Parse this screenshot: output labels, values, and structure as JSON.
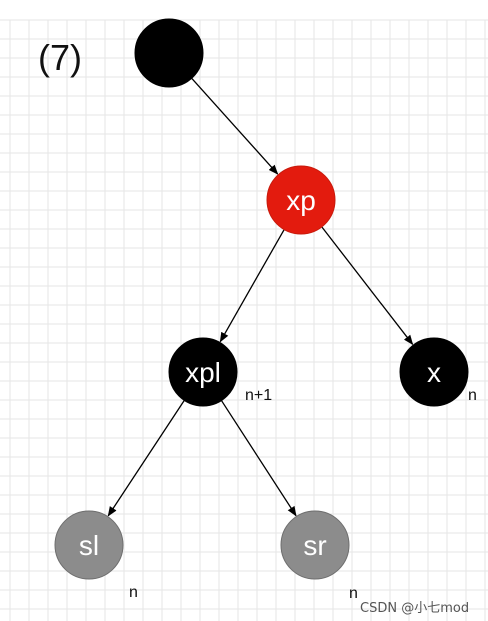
{
  "step_label": "(7)",
  "watermark": "CSDN @小七mod",
  "colors": {
    "black": "#000000",
    "red": "#e31b0e",
    "gray": "#8c8c8c",
    "grid": "#e6e6e6",
    "edge": "#000000"
  },
  "nodes": [
    {
      "id": "root",
      "label": "",
      "color": "black"
    },
    {
      "id": "xp",
      "label": "xp",
      "color": "red"
    },
    {
      "id": "xpl",
      "label": "xpl",
      "color": "black"
    },
    {
      "id": "x",
      "label": "x",
      "color": "black"
    },
    {
      "id": "sl",
      "label": "sl",
      "color": "gray"
    },
    {
      "id": "sr",
      "label": "sr",
      "color": "gray"
    }
  ],
  "edges": [
    {
      "from": "root",
      "to": "xp"
    },
    {
      "from": "xp",
      "to": "xpl"
    },
    {
      "from": "xp",
      "to": "x"
    },
    {
      "from": "xpl",
      "to": "sl"
    },
    {
      "from": "xpl",
      "to": "sr"
    }
  ],
  "annotations": {
    "xpl": "n+1",
    "x": "n",
    "sl": "n",
    "sr": "n"
  }
}
